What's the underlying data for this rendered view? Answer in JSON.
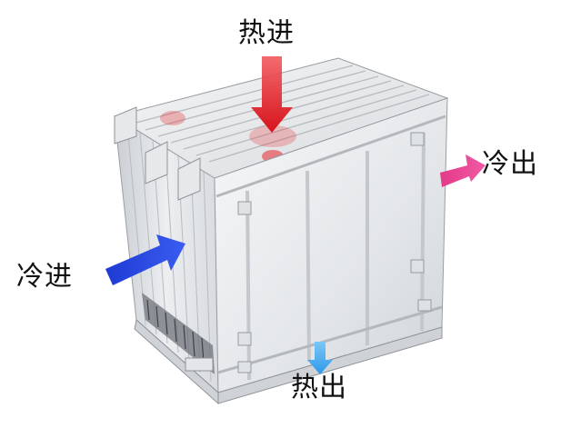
{
  "labels": {
    "hot_in": "热进",
    "cold_out": "冷出",
    "cold_in": "冷进",
    "hot_out": "热出"
  },
  "colors": {
    "hot_in_arrow": "#e8262b",
    "cold_out_arrow": "#ef3f8f",
    "cold_in_arrow": "#1f3fd6",
    "hot_out_arrow": "#3aa6f0",
    "panel_light": "#eef0f2",
    "panel_mid": "#d5d8dc",
    "panel_dark": "#a9adb3",
    "edge": "#8e9298"
  },
  "icons": {
    "unit": "heat-exchanger-core-icon"
  }
}
